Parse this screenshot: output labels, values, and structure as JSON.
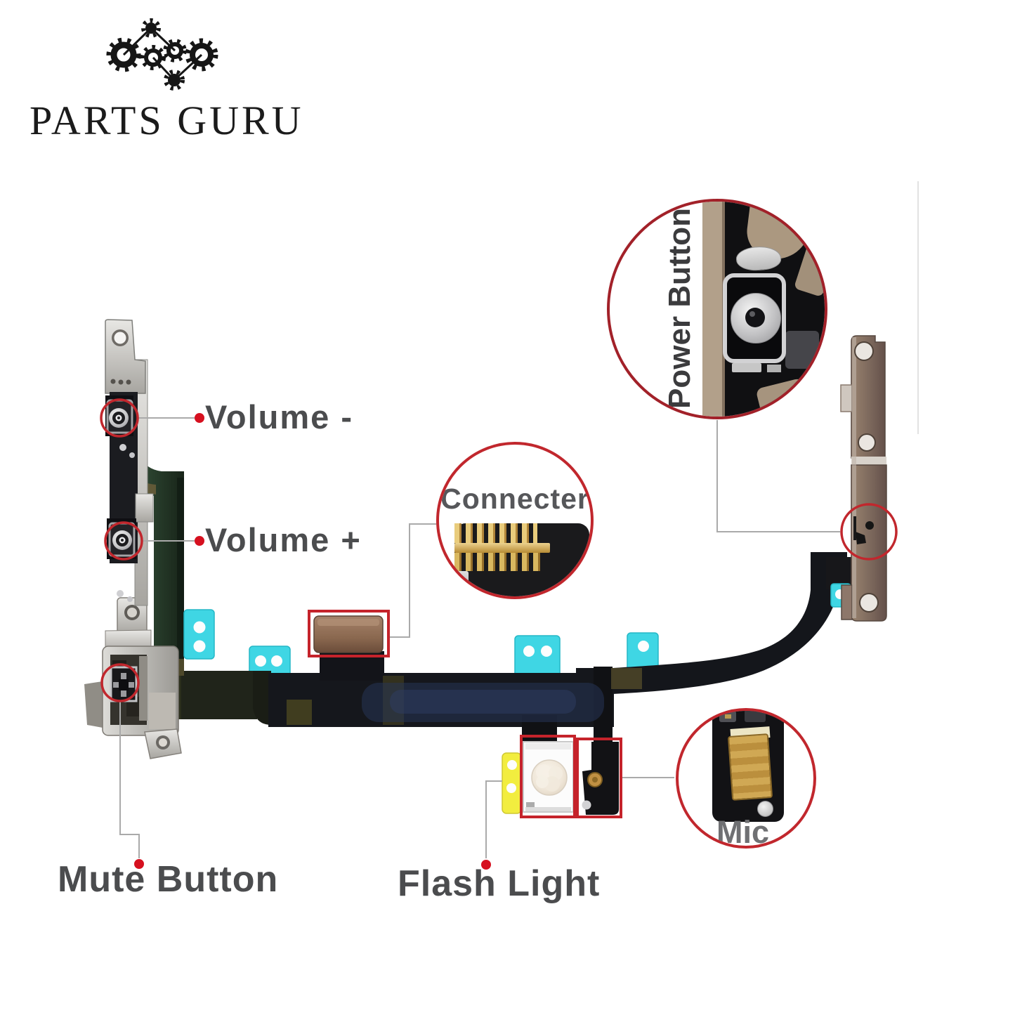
{
  "brand": {
    "name": "PARTS GURU",
    "logo_icon": "gear-network-icon"
  },
  "labels": {
    "volume_minus": "Volume -",
    "volume_plus": "Volume +",
    "mute_button": "Mute Button",
    "flash_light": "Flash Light",
    "connector": "Connecter",
    "power_button": "Power Button",
    "mic": "Mic"
  },
  "colors": {
    "callout_red": "#c1272d",
    "power_ring_red": "#a22129",
    "red_dot": "#d6101f",
    "label_gray": "#4b4c4e",
    "adhesive_cyan": "#3fd6e4",
    "flex_cable_black": "#15171c",
    "flex_green": "#2c4430",
    "bracket_bronze": "#7c685c",
    "connector_brown": "#8a684f",
    "tab_yellow": "#f2ed3f",
    "mic_gold": "#c09043",
    "background": "#ffffff"
  }
}
